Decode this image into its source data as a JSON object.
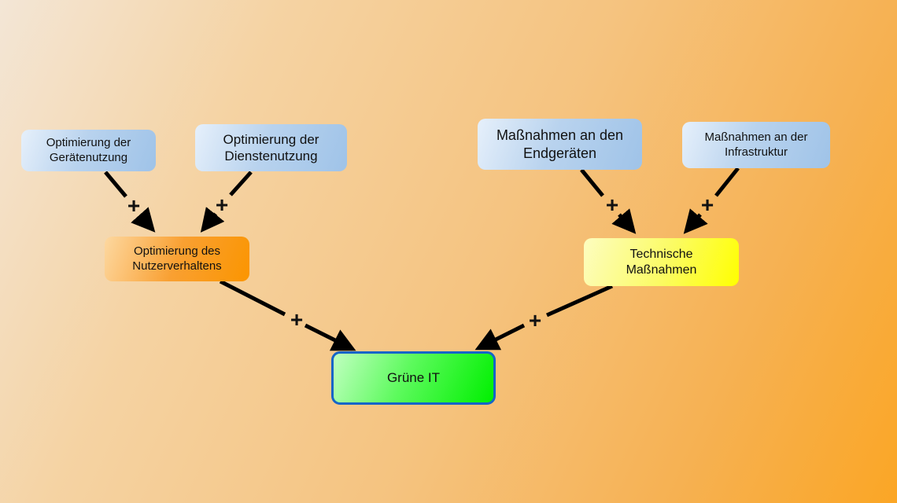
{
  "diagram": {
    "nodes": {
      "geraetenutzung": {
        "label_1": "Optimierung der",
        "label_2": "Gerätenutzung"
      },
      "dienstenutzung": {
        "label_1": "Optimierung der",
        "label_2": "Dienstenutzung"
      },
      "endgeraete": {
        "label_1": "Maßnahmen an den",
        "label_2": "Endgeräten"
      },
      "infrastruktur": {
        "label_1": "Maßnahmen an der",
        "label_2": "Infrastruktur"
      },
      "nutzerverhalten": {
        "label_1": "Optimierung des",
        "label_2": "Nutzerverhaltens"
      },
      "technische": {
        "label_1": "Technische",
        "label_2": "Maßnahmen"
      },
      "gruene_it": {
        "label": "Grüne IT"
      }
    },
    "edges": [
      {
        "from": "geraetenutzung",
        "to": "nutzerverhalten",
        "sign": "+"
      },
      {
        "from": "dienstenutzung",
        "to": "nutzerverhalten",
        "sign": "+"
      },
      {
        "from": "endgeraete",
        "to": "technische",
        "sign": "+"
      },
      {
        "from": "infrastruktur",
        "to": "technische",
        "sign": "+"
      },
      {
        "from": "nutzerverhalten",
        "to": "gruene_it",
        "sign": "+"
      },
      {
        "from": "technische",
        "to": "gruene_it",
        "sign": "+"
      }
    ]
  }
}
